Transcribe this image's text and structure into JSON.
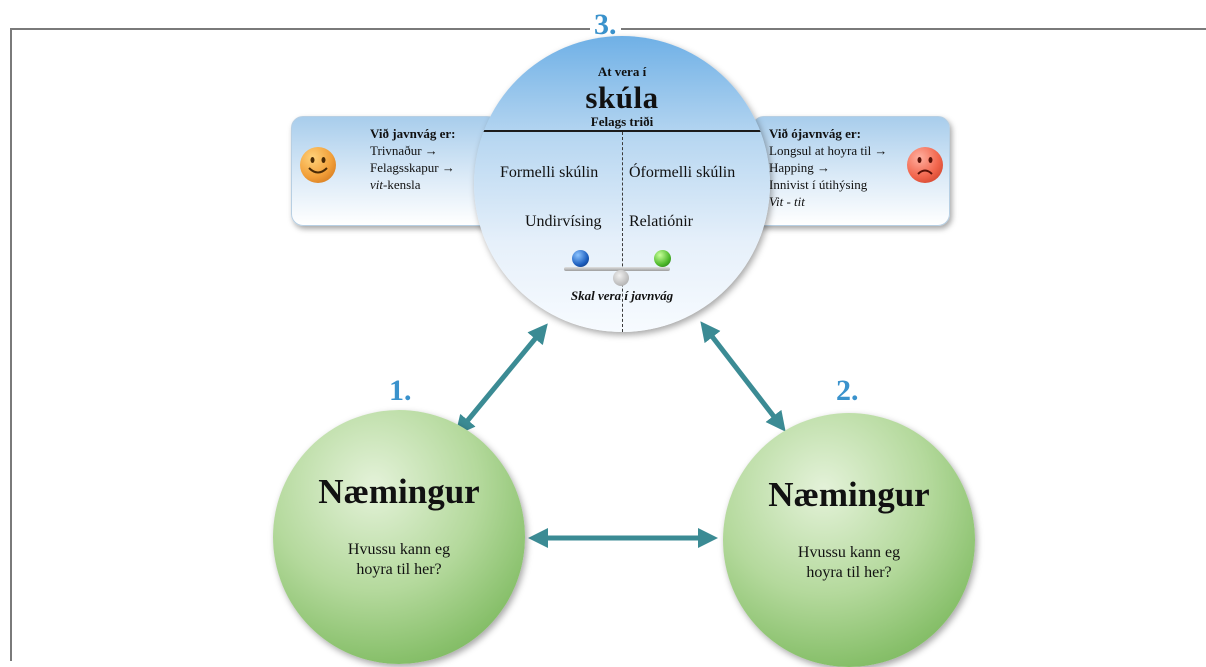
{
  "markers": {
    "top": "3.",
    "left": "1.",
    "right": "2."
  },
  "top_circle": {
    "line1": "At vera í",
    "line2": "skúla",
    "line3": "Felags triði",
    "left_col_1": "Formelli skúlin",
    "left_col_2": "Undirvísing",
    "right_col_1": "Óformelli skúlin",
    "right_col_2": "Relatiónir",
    "bottom": "Skal vera í javnvág"
  },
  "left_box": {
    "title": "Við javnvág er:",
    "line1": "Trivnaður →",
    "line2": "Felagsskapur →",
    "line3_italic": "vit",
    "line3_rest": "-kensla",
    "icon": "smiley-happy-icon"
  },
  "right_box": {
    "title": "Við ójavnvág er:",
    "line1": "Longsul at hoyra til →",
    "line2": "Happing →",
    "line3": "Innivist í útihýsing",
    "line4": "Vit - tit",
    "icon": "smiley-sad-icon"
  },
  "left_circle": {
    "title": "Næmingur",
    "sub1": "Hvussu kann eg",
    "sub2": "hoyra til her?"
  },
  "right_circle": {
    "title": "Næmingur",
    "sub1": "Hvussu kann eg",
    "sub2": "hoyra til her?"
  },
  "colors": {
    "arrow": "#3b8b94",
    "marker": "#3a92cc"
  }
}
